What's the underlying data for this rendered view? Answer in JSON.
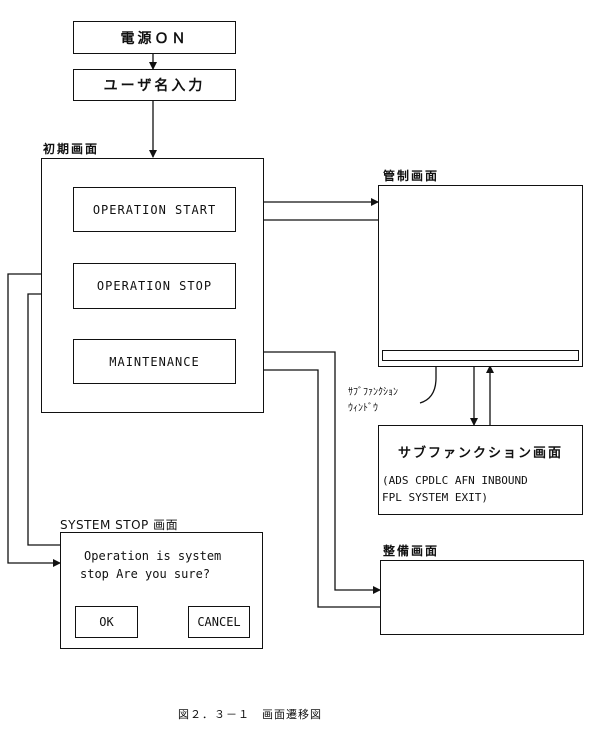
{
  "top": {
    "power_on": "電源ＯＮ",
    "user_input": "ユーザ名入力"
  },
  "initial": {
    "title": "初期画面",
    "op_start": "OPERATION START",
    "op_stop": "OPERATION STOP",
    "maintenance": "MAINTENANCE"
  },
  "control": {
    "title": "管制画面",
    "subwindow_label_1": "ｻﾌﾞﾌｧﾝｸｼｮﾝ",
    "subwindow_label_2": "ｳｨﾝﾄﾞｳ"
  },
  "subfunction": {
    "title": "サブファンクション画面",
    "line1": "(ADS  CPDLC  AFN  INBOUND",
    "line2": "FPL SYSTEM EXIT)"
  },
  "system_stop": {
    "title": "SYSTEM STOP 画面",
    "msg1": "Operation is system",
    "msg2": "stop   Are you sure?",
    "ok": "OK",
    "cancel": "CANCEL"
  },
  "maint_screen": {
    "title": "整備画面"
  },
  "caption": "図２．３－１　画面遷移図"
}
